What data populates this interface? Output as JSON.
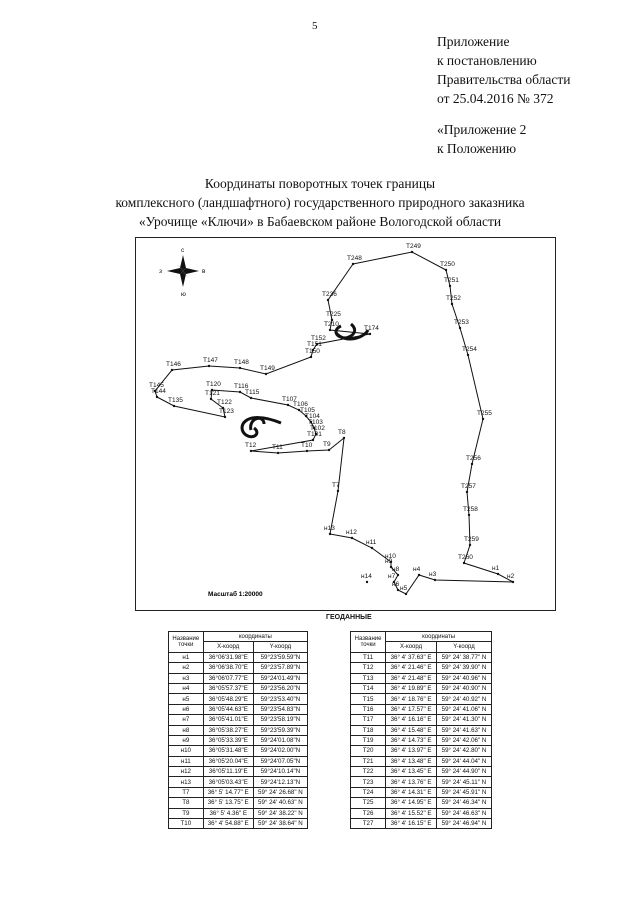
{
  "page_number": "5",
  "header": {
    "lines": [
      "Приложение",
      "к постановлению",
      "Правительства области",
      "от 25.04.2016 № 372"
    ],
    "sub_lines": [
      "«Приложение 2",
      "к Положению"
    ]
  },
  "title": {
    "lines": [
      "Координаты поворотных точек границы",
      "комплексного (ландшафтного) государственного природного заказника",
      "«Урочище «Ключи» в Бабаевском районе Вологодской области"
    ]
  },
  "map": {
    "scale_label": "Масштаб 1:20000",
    "compass_letters": [
      "с",
      "в",
      "ю",
      "з"
    ],
    "labels": [
      "Т248",
      "Т249",
      "Т250",
      "Т251",
      "Т252",
      "Т253",
      "Т254",
      "Т255",
      "Т256",
      "Т257",
      "Т258",
      "Т259",
      "Т260",
      "н1",
      "н2",
      "н3",
      "н4",
      "н5",
      "н6",
      "н7",
      "н8",
      "н9",
      "н10",
      "н11",
      "н12",
      "н13",
      "н14",
      "Т236",
      "Т225",
      "Т210",
      "Т174",
      "Т152",
      "Т151",
      "Т150",
      "Т149",
      "Т148",
      "Т147",
      "Т146",
      "Т145",
      "Т144",
      "Т135",
      "Т123",
      "Т122",
      "Т121",
      "Т120",
      "Т116",
      "Т115",
      "Т107",
      "Т106",
      "Т105",
      "Т104",
      "Т103",
      "Т102",
      "Т101",
      "Т12",
      "Т11",
      "Т10",
      "Т9",
      "Т8",
      "Т7"
    ]
  },
  "geodata_label": "ГЕОДАННЫЕ",
  "table_left": {
    "headers": {
      "name_top": "Название",
      "name_bottom": "точки",
      "coords": "координаты",
      "x": "Х-коорд",
      "y": "Y-коорд"
    },
    "rows": [
      [
        "н1",
        "36°06'31.98\"E",
        "59°23'59.59\"N"
      ],
      [
        "н2",
        "36°06'38.70\"E",
        "59°23'57.89\"N"
      ],
      [
        "н3",
        "36°06'07.77\"E",
        "59°24'01.49\"N"
      ],
      [
        "н4",
        "36°05'57.37\"E",
        "59°23'56.20\"N"
      ],
      [
        "н5",
        "36°05'48.29\"E",
        "59°23'53.40\"N"
      ],
      [
        "н6",
        "36°05'44.63\"E",
        "59°23'54.83\"N"
      ],
      [
        "н7",
        "36°05'41.01\"E",
        "59°23'58.19\"N"
      ],
      [
        "н8",
        "36°05'38.27\"E",
        "59°23'59.39\"N"
      ],
      [
        "н9",
        "36°05'33.39\"E",
        "59°24'01.08\"N"
      ],
      [
        "н10",
        "36°05'31.48\"E",
        "59°24'02.00\"N"
      ],
      [
        "н11",
        "36°05'20.04\"E",
        "59°24'07.05\"N"
      ],
      [
        "н12",
        "36°05'11.19\"E",
        "59°24'10.14\"N"
      ],
      [
        "н13",
        "36°05'03.43\"E",
        "59°24'12.13\"N"
      ],
      [
        "Т7",
        "36° 5' 14.77\" E",
        "59° 24' 26.68\" N"
      ],
      [
        "Т8",
        "36° 5' 13.75\" E",
        "59° 24' 40.63\" N"
      ],
      [
        "Т9",
        "36° 5' 4.36\" E",
        "59° 24' 38.22\" N"
      ],
      [
        "Т10",
        "36° 4' 54.88\" E",
        "59° 24' 38.64\" N"
      ]
    ]
  },
  "table_right": {
    "headers": {
      "name_top": "Название",
      "name_bottom": "точки",
      "coords": "координаты",
      "x": "Х-коорд",
      "y": "Y-коорд"
    },
    "rows": [
      [
        "Т11",
        "36° 4' 37.63\" E",
        "59° 24' 38.77\" N"
      ],
      [
        "Т12",
        "36° 4' 21.46\" E",
        "59° 24' 39.90\" N"
      ],
      [
        "Т13",
        "36° 4' 21.48\" E",
        "59° 24' 40.96\" N"
      ],
      [
        "Т14",
        "36° 4' 19.89\" E",
        "59° 24' 40.90\" N"
      ],
      [
        "Т15",
        "36° 4' 18.76\" E",
        "59° 24' 40.92\" N"
      ],
      [
        "Т16",
        "36° 4' 17.57\" E",
        "59° 24' 41.06\" N"
      ],
      [
        "Т17",
        "36° 4' 16.16\" E",
        "59° 24' 41.30\" N"
      ],
      [
        "Т18",
        "36° 4' 15.48\" E",
        "59° 24' 41.63\" N"
      ],
      [
        "Т19",
        "36° 4' 14.73\" E",
        "59° 24' 42.06\" N"
      ],
      [
        "Т20",
        "36° 4' 13.97\" E",
        "59° 24' 42.80\" N"
      ],
      [
        "Т21",
        "36° 4' 13.48\" E",
        "59° 24' 44.04\" N"
      ],
      [
        "Т22",
        "36° 4' 13.45\" E",
        "59° 24' 44.90\" N"
      ],
      [
        "Т23",
        "36° 4' 13.76\" E",
        "59° 24' 45.11\" N"
      ],
      [
        "Т24",
        "36° 4' 14.31\" E",
        "59° 24' 45.91\" N"
      ],
      [
        "Т25",
        "36° 4' 14.95\" E",
        "59° 24' 46.34\" N"
      ],
      [
        "Т26",
        "36° 4' 15.52\" E",
        "59° 24' 46.63\" N"
      ],
      [
        "Т27",
        "36° 4' 16.15\" E",
        "59° 24' 46.94\" N"
      ]
    ]
  }
}
